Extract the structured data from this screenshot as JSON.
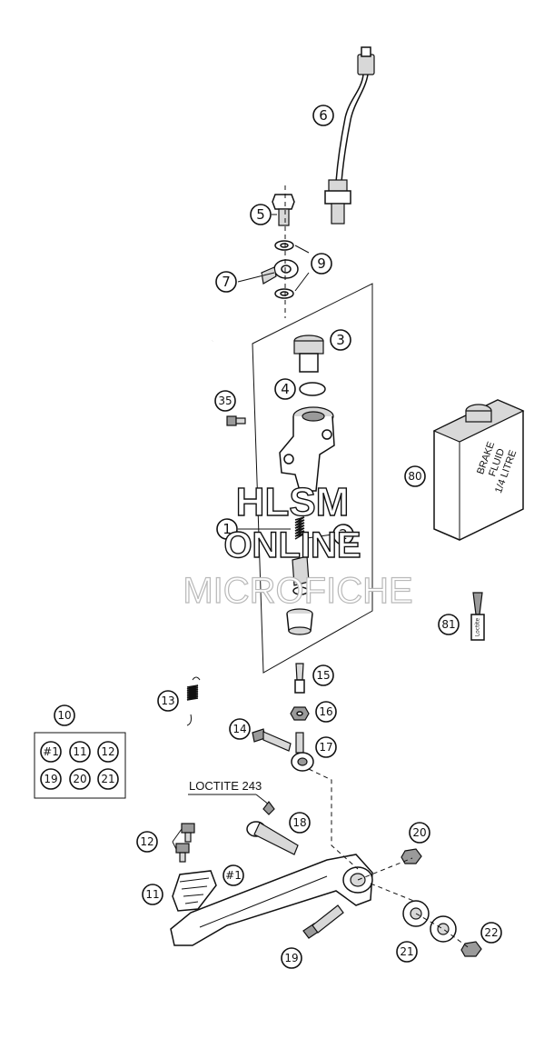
{
  "callouts": [
    {
      "id": "c6",
      "label": "6"
    },
    {
      "id": "c5",
      "label": "5"
    },
    {
      "id": "c9",
      "label": "9"
    },
    {
      "id": "c7",
      "label": "7"
    },
    {
      "id": "c3",
      "label": "3"
    },
    {
      "id": "c4",
      "label": "4"
    },
    {
      "id": "c35",
      "label": "35"
    },
    {
      "id": "c80",
      "label": "80"
    },
    {
      "id": "c1",
      "label": "1"
    },
    {
      "id": "c2",
      "label": "2"
    },
    {
      "id": "c81",
      "label": "81"
    },
    {
      "id": "c15",
      "label": "15"
    },
    {
      "id": "c13",
      "label": "13"
    },
    {
      "id": "c16",
      "label": "16"
    },
    {
      "id": "c10",
      "label": "10"
    },
    {
      "id": "c14",
      "label": "14"
    },
    {
      "id": "c17",
      "label": "17"
    },
    {
      "id": "c18",
      "label": "18"
    },
    {
      "id": "c20",
      "label": "20"
    },
    {
      "id": "c12",
      "label": "12"
    },
    {
      "id": "c11",
      "label": "11"
    },
    {
      "id": "c1b",
      "label": "#1"
    },
    {
      "id": "c22",
      "label": "22"
    },
    {
      "id": "c21",
      "label": "21"
    },
    {
      "id": "c19",
      "label": "19"
    }
  ],
  "kit_box": {
    "items": [
      "#1",
      "11",
      "12",
      "19",
      "20",
      "21"
    ]
  },
  "annotation": {
    "loctite": "LOCTITE 243"
  },
  "bottle": {
    "line1": "BRAKE",
    "line2": "FLUID",
    "line3": "1/4 LITRE"
  },
  "tube": {
    "text": "Loctite"
  },
  "watermark": {
    "line1": "HLSM",
    "line2": "ONLINE",
    "line3": "MICROFICHE"
  }
}
